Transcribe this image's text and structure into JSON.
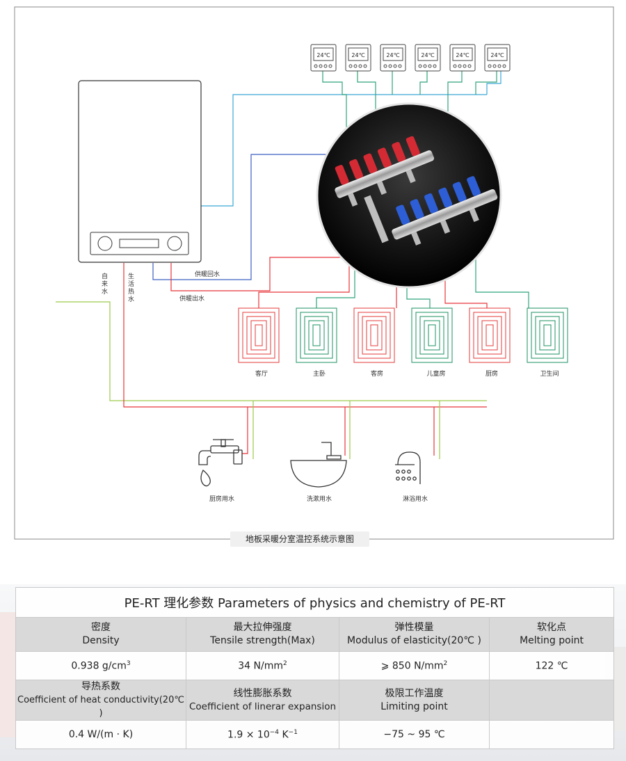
{
  "diagram": {
    "caption": "地板采暖分室温控系统示意图",
    "thermostats": [
      "24℃",
      "24℃",
      "24℃",
      "24℃",
      "24℃",
      "24℃"
    ],
    "pipe_labels": {
      "return": "供暖回水",
      "supply": "供暖出水",
      "cold": "自来水",
      "hot": "生活热水"
    },
    "rooms": [
      "客厅",
      "主卧",
      "客房",
      "儿童房",
      "厨房",
      "卫生间"
    ],
    "fixtures": [
      "厨房用水",
      "洗漱用水",
      "淋浴用水"
    ],
    "colors": {
      "red": "#e8343a",
      "green": "#2ea37a",
      "blue": "#3b5fc0",
      "cyan": "#3aa8d8",
      "yellow_green": "#9cc94a",
      "coil_red": "#e84a4a",
      "coil_green": "#2e9a6e"
    }
  },
  "params": {
    "title": "PE-RT 理化参数  Parameters of physics and chemistry of PE-RT",
    "row1_headers": [
      {
        "cn": "密度",
        "en": "Density"
      },
      {
        "cn": "最大拉伸强度",
        "en": "Tensile strength(Max)"
      },
      {
        "cn": "弹性模量",
        "en": "Modulus of elasticity(20℃ )"
      },
      {
        "cn": "软化点",
        "en": "Melting point"
      }
    ],
    "row1_values": [
      {
        "main": "0.938 g/cm",
        "sup": "3"
      },
      {
        "main": "34 N/mm",
        "sup": "2"
      },
      {
        "main": "⩾ 850 N/mm",
        "sup": "2"
      },
      {
        "main": "122 ℃",
        "sup": ""
      }
    ],
    "row2_headers": [
      {
        "cn": "导热系数",
        "en": "Coefficient of heat conductivity(20℃ )"
      },
      {
        "cn": "线性膨胀系数",
        "en": "Coefficient of linerar expansion"
      },
      {
        "cn": "极限工作温度",
        "en": "Limiting point"
      },
      {
        "cn": "",
        "en": ""
      }
    ],
    "row2_values": [
      {
        "main": "0.4 W/(m · K)"
      },
      {
        "main": "1.9 × 10",
        "sup": "−4",
        "tail": " K",
        "tail_sup": "−1"
      },
      {
        "main": "−75 ~ 95 ℃"
      },
      {
        "main": ""
      }
    ]
  }
}
